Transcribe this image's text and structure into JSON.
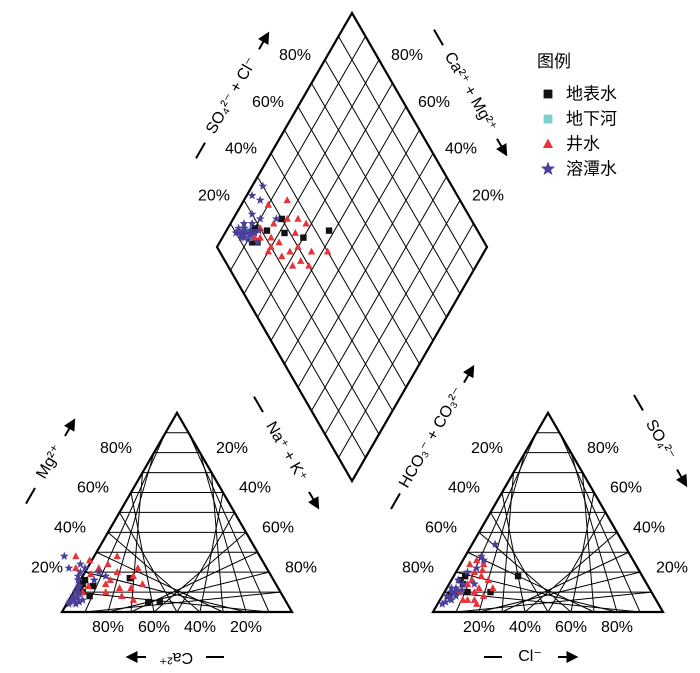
{
  "chart_data": {
    "type": "scatter",
    "subtype": "piper-diagram",
    "legend": {
      "title": "图例",
      "placement": "top-right",
      "series": [
        {
          "name": "地表水",
          "marker": "square",
          "color": "#111111"
        },
        {
          "name": "地下河",
          "marker": "square",
          "color": "#7ecfcf"
        },
        {
          "name": "井水",
          "marker": "triangle",
          "color": "#e8333a"
        },
        {
          "name": "溶潭水",
          "marker": "star",
          "color": "#4a3f9a"
        }
      ]
    },
    "cation_triangle": {
      "axes": {
        "ca": "Ca²⁺",
        "mg": "Mg²⁺",
        "na_k": "Na⁺ + K⁺"
      },
      "ticks": {
        "ca": [
          "80%",
          "60%",
          "40%",
          "20%"
        ],
        "mg": [
          "20%",
          "40%",
          "60%",
          "80%"
        ],
        "na_k": [
          "20%",
          "40%",
          "60%",
          "80%"
        ]
      },
      "series": [
        {
          "name": "地表水",
          "points": [
            [
              0.86,
              0.12
            ],
            [
              0.82,
              0.16
            ],
            [
              0.8,
              0.13
            ],
            [
              0.62,
              0.17
            ],
            [
              0.6,
              0.05
            ],
            [
              0.55,
              0.05
            ],
            [
              0.84,
              0.08
            ],
            [
              0.86,
              0.1
            ],
            [
              0.84,
              0.14
            ]
          ]
        },
        {
          "name": "井水",
          "points": [
            [
              0.86,
              0.1
            ],
            [
              0.82,
              0.13
            ],
            [
              0.78,
              0.19
            ],
            [
              0.75,
              0.26
            ],
            [
              0.73,
              0.22
            ],
            [
              0.71,
              0.16
            ],
            [
              0.68,
              0.24
            ],
            [
              0.66,
              0.2
            ],
            [
              0.64,
              0.12
            ],
            [
              0.62,
              0.28
            ],
            [
              0.6,
              0.18
            ],
            [
              0.58,
              0.14
            ],
            [
              0.56,
              0.22
            ],
            [
              0.7,
              0.08
            ],
            [
              0.76,
              0.1
            ],
            [
              0.66,
              0.06
            ],
            [
              0.8,
              0.28
            ],
            [
              0.83,
              0.22
            ],
            [
              0.74,
              0.14
            ],
            [
              0.69,
              0.12
            ]
          ]
        },
        {
          "name": "溶潭水",
          "points": [
            [
              0.95,
              0.04
            ],
            [
              0.94,
              0.05
            ],
            [
              0.93,
              0.06
            ],
            [
              0.92,
              0.06
            ],
            [
              0.91,
              0.08
            ],
            [
              0.9,
              0.07
            ],
            [
              0.89,
              0.1
            ],
            [
              0.88,
              0.09
            ],
            [
              0.87,
              0.12
            ],
            [
              0.86,
              0.13
            ],
            [
              0.85,
              0.16
            ],
            [
              0.84,
              0.18
            ],
            [
              0.92,
              0.04
            ],
            [
              0.9,
              0.05
            ],
            [
              0.88,
              0.06
            ],
            [
              0.82,
              0.2
            ],
            [
              0.8,
              0.24
            ],
            [
              0.78,
              0.16
            ],
            [
              0.74,
              0.2
            ],
            [
              0.72,
              0.18
            ],
            [
              0.79,
              0.22
            ],
            [
              0.86,
              0.22
            ],
            [
              0.85,
              0.28
            ]
          ]
        }
      ]
    },
    "anion_triangle": {
      "axes": {
        "cl": "Cl⁻",
        "so4": "SO₄²⁻",
        "hco3_co3": "HCO₃⁻ + CO₃²⁻"
      },
      "ticks": {
        "cl": [
          "20%",
          "40%",
          "60%",
          "80%"
        ],
        "so4": [
          "80%",
          "60%",
          "40%",
          "20%"
        ],
        "hco3_co3": [
          "20%",
          "40%",
          "60%",
          "80%"
        ]
      },
      "series": [
        {
          "name": "地表水",
          "points": [
            [
              0.04,
              0.16
            ],
            [
              0.06,
              0.14
            ],
            [
              0.05,
              0.18
            ],
            [
              0.2,
              0.1
            ],
            [
              0.28,
              0.18
            ],
            [
              0.1,
              0.1
            ],
            [
              0.03,
              0.08
            ]
          ]
        },
        {
          "name": "井水",
          "points": [
            [
              0.06,
              0.1
            ],
            [
              0.08,
              0.14
            ],
            [
              0.1,
              0.06
            ],
            [
              0.12,
              0.18
            ],
            [
              0.14,
              0.12
            ],
            [
              0.16,
              0.16
            ],
            [
              0.18,
              0.08
            ],
            [
              0.08,
              0.2
            ],
            [
              0.1,
              0.24
            ],
            [
              0.12,
              0.06
            ],
            [
              0.15,
              0.06
            ],
            [
              0.04,
              0.24
            ],
            [
              0.06,
              0.26
            ],
            [
              0.13,
              0.1
            ],
            [
              0.09,
              0.16
            ],
            [
              0.2,
              0.12
            ],
            [
              0.11,
              0.21
            ],
            [
              0.17,
              0.04
            ]
          ]
        },
        {
          "name": "溶潭水",
          "points": [
            [
              0.02,
              0.04
            ],
            [
              0.03,
              0.05
            ],
            [
              0.02,
              0.08
            ],
            [
              0.04,
              0.07
            ],
            [
              0.05,
              0.06
            ],
            [
              0.03,
              0.1
            ],
            [
              0.06,
              0.08
            ],
            [
              0.04,
              0.12
            ],
            [
              0.07,
              0.11
            ],
            [
              0.06,
              0.14
            ],
            [
              0.05,
              0.2
            ],
            [
              0.08,
              0.22
            ],
            [
              0.09,
              0.26
            ],
            [
              0.07,
              0.28
            ],
            [
              0.11,
              0.14
            ],
            [
              0.02,
              0.12
            ],
            [
              0.05,
              0.1
            ],
            [
              0.1,
              0.34
            ],
            [
              0.03,
              0.16
            ]
          ]
        }
      ]
    },
    "diamond": {
      "axes": {
        "so4_cl": "SO₄²⁻ + Cl⁻",
        "ca_mg": "Ca²⁺ + Mg²⁺"
      },
      "ticks": {
        "so4_cl": [
          "20%",
          "40%",
          "60%",
          "80%"
        ],
        "ca_mg": [
          "80%",
          "60%",
          "40%",
          "20%"
        ]
      },
      "series": [
        {
          "name": "地表水",
          "points": [
            [
              0.14,
              0.88
            ],
            [
              0.16,
              0.86
            ],
            [
              0.3,
              0.82
            ],
            [
              0.45,
              0.62
            ],
            [
              0.34,
              0.7
            ],
            [
              0.22,
              0.85
            ],
            [
              0.18,
              0.9
            ],
            [
              0.28,
              0.78
            ]
          ]
        },
        {
          "name": "地下河",
          "points": [
            [
              0.15,
              0.92
            ],
            [
              0.14,
              0.9
            ]
          ]
        },
        {
          "name": "井水",
          "points": [
            [
              0.18,
              0.86
            ],
            [
              0.2,
              0.8
            ],
            [
              0.22,
              0.74
            ],
            [
              0.24,
              0.68
            ],
            [
              0.26,
              0.72
            ],
            [
              0.2,
              0.88
            ],
            [
              0.28,
              0.66
            ],
            [
              0.3,
              0.7
            ],
            [
              0.32,
              0.74
            ],
            [
              0.34,
              0.64
            ],
            [
              0.36,
              0.76
            ],
            [
              0.22,
              0.82
            ],
            [
              0.24,
              0.78
            ],
            [
              0.16,
              0.88
            ],
            [
              0.38,
              0.72
            ],
            [
              0.3,
              0.62
            ],
            [
              0.4,
              0.58
            ],
            [
              0.26,
              0.84
            ],
            [
              0.32,
              0.8
            ],
            [
              0.28,
              0.9
            ],
            [
              0.18,
              0.8
            ],
            [
              0.36,
              0.84
            ]
          ]
        },
        {
          "name": "溶潭水",
          "points": [
            [
              0.1,
              0.96
            ],
            [
              0.11,
              0.95
            ],
            [
              0.12,
              0.94
            ],
            [
              0.13,
              0.93
            ],
            [
              0.12,
              0.92
            ],
            [
              0.14,
              0.92
            ],
            [
              0.13,
              0.9
            ],
            [
              0.15,
              0.9
            ],
            [
              0.11,
              0.93
            ],
            [
              0.16,
              0.91
            ],
            [
              0.14,
              0.94
            ],
            [
              0.17,
              0.89
            ],
            [
              0.18,
              0.92
            ],
            [
              0.12,
              0.96
            ],
            [
              0.15,
              0.95
            ],
            [
              0.16,
              0.86
            ],
            [
              0.19,
              0.88
            ],
            [
              0.2,
              0.94
            ],
            [
              0.22,
              0.9
            ],
            [
              0.24,
              0.98
            ],
            [
              0.26,
              0.94
            ],
            [
              0.28,
              0.84
            ],
            [
              0.3,
              0.96
            ]
          ]
        }
      ]
    }
  }
}
